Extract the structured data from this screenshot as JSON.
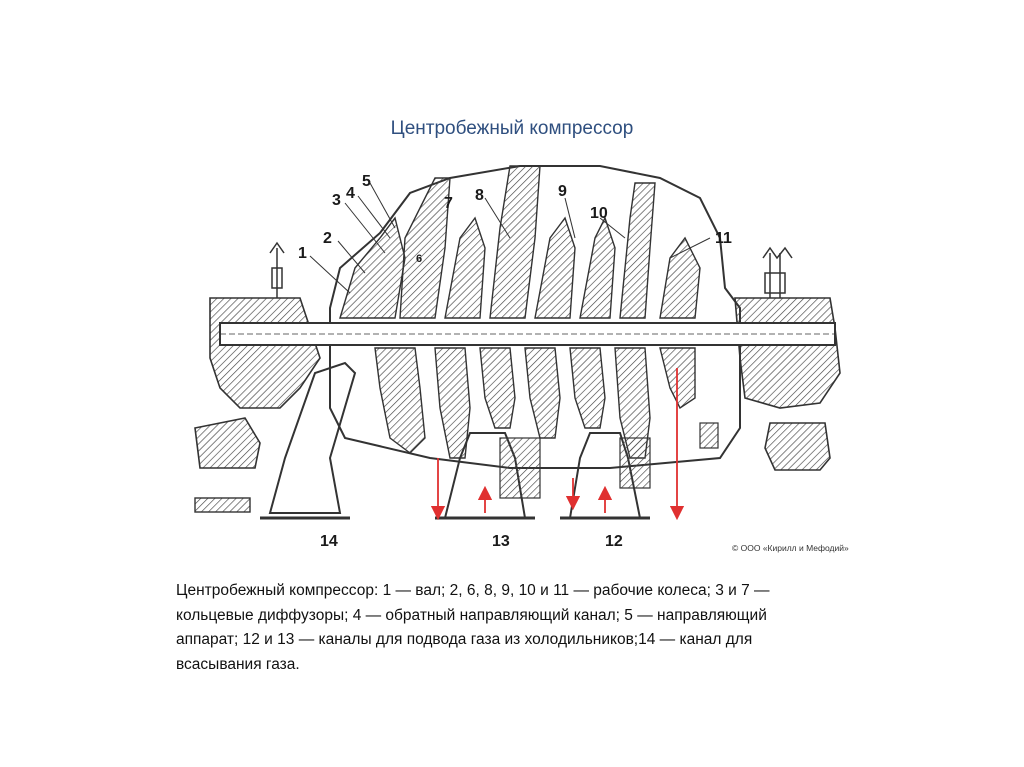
{
  "slide": {
    "title": "Центробежный компрессор"
  },
  "figure": {
    "callouts": {
      "n1": "1",
      "n2": "2",
      "n3": "3",
      "n4": "4",
      "n5": "5",
      "n6": "6",
      "n7": "7",
      "n8": "8",
      "n9": "9",
      "n10": "10",
      "n11": "11",
      "n12": "12",
      "n13": "13",
      "n14": "14"
    },
    "credit": "© ООО «Кирилл и Мефодий»",
    "colors": {
      "line": "#333333",
      "hatch": "#444444",
      "arrow": "#e03030"
    }
  },
  "caption": {
    "line1": "Центробежный компрессор: 1 — вал; 2, 6, 8, 9, 10 и 11 — рабочие колеса; 3 и 7 —",
    "line2": "кольцевые диффузоры; 4 — обратный направляющий канал; 5 — направляющий",
    "line3": "аппарат; 12 и 13 — каналы для подвода газа из холодильников;14 — канал для",
    "line4": "всасывания газа."
  }
}
